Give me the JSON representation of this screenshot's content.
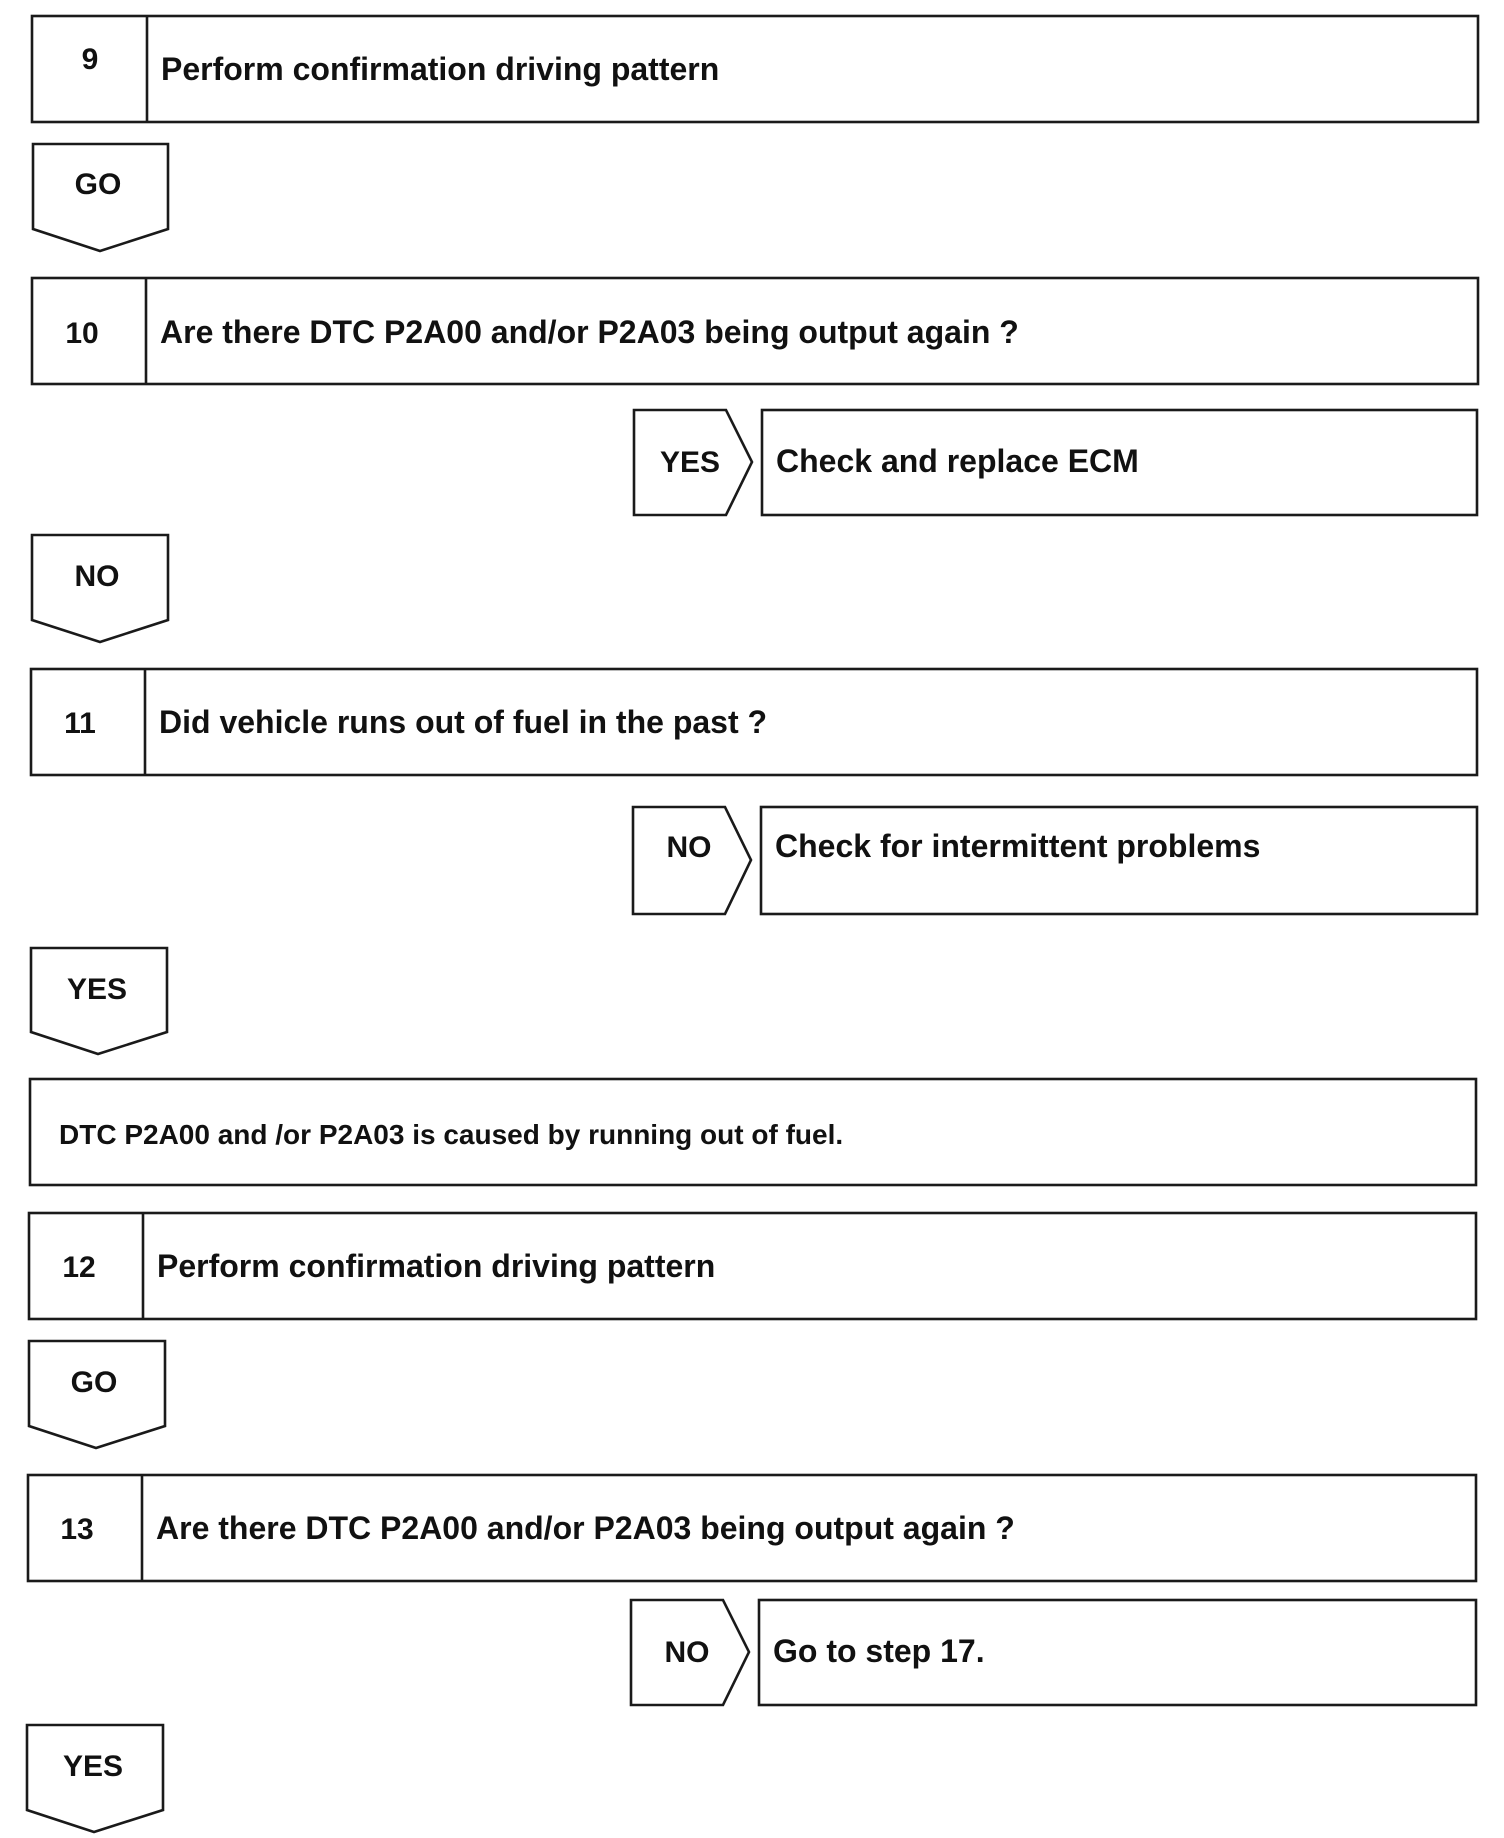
{
  "steps": [
    {
      "number": "9",
      "text": "Perform confirmation driving pattern"
    },
    {
      "number": "10",
      "text": "Are there DTC P2A00 and/or P2A03 being output again ?"
    },
    {
      "number": "11",
      "text": "Did vehicle runs out of fuel in the past ?"
    },
    {
      "number": "12",
      "text": "Perform confirmation driving pattern"
    },
    {
      "number": "13",
      "text": "Are there DTC P2A00 and/or P2A03 being output again ?"
    }
  ],
  "flows": [
    {
      "label": "GO"
    },
    {
      "label": "NO"
    },
    {
      "label": "YES"
    },
    {
      "label": "GO"
    },
    {
      "label": "YES"
    }
  ],
  "branches": [
    {
      "label": "YES",
      "result": "Check and replace ECM"
    },
    {
      "label": "NO",
      "result": "Check for intermittent problems"
    },
    {
      "label": "NO",
      "result": "Go to step 17."
    }
  ],
  "note": {
    "text": "DTC P2A00 and /or P2A03 is caused by running out of fuel."
  }
}
